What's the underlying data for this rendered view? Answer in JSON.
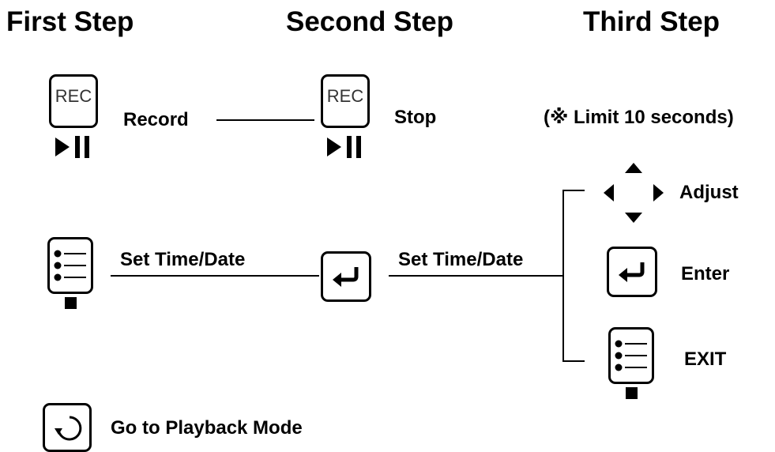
{
  "headings": {
    "first": "First Step",
    "second": "Second Step",
    "third": "Third Step"
  },
  "keys": {
    "rec_label": "REC"
  },
  "labels": {
    "record": "Record",
    "stop": "Stop",
    "limit": "(※ Limit 10 seconds)",
    "set_time_date_1": "Set Time/Date",
    "set_time_date_2": "Set Time/Date",
    "adjust": "Adjust",
    "enter": "Enter",
    "exit": "EXIT",
    "playback": "Go to Playback Mode"
  },
  "icons": {
    "play_pause": "play-pause-icon",
    "enter": "enter-return-icon",
    "menu": "menu-list-icon",
    "stop": "stop-square-icon",
    "arrows": "direction-arrows-icon",
    "refresh": "rotate-refresh-icon"
  }
}
